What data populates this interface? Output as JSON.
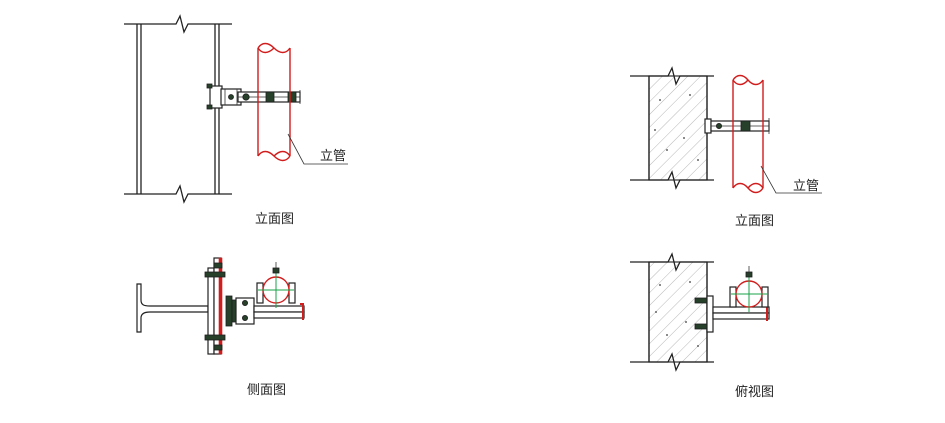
{
  "views": {
    "tl_caption": "立面图",
    "tl_riser_tag": "立管",
    "tr_caption": "立面图",
    "tr_riser_tag": "立管",
    "bl_caption": "侧面图",
    "br_caption": "俯视图"
  },
  "colors": {
    "pipe": "#d21d1d",
    "centerline": "#19a34a",
    "line": "#222222",
    "bolt": "#26402a"
  }
}
